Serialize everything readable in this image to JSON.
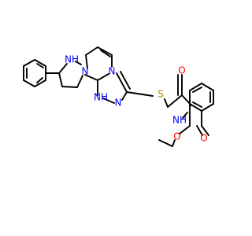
{
  "colors": {
    "carbon": "#000000",
    "nitrogen": "#0000FF",
    "oxygen": "#FF0000",
    "sulfur": "#B8860B",
    "background": "#FFFFFF"
  },
  "labels": {
    "n_pyrazolidine": "N",
    "nh_pyrazolidine": "NH",
    "n_bridgehead": "N",
    "nh_triazole": "NH",
    "n_triazole_upper": "N",
    "n_triazole_lower": "N",
    "s_thioether": "S",
    "o_amide": "O",
    "nh_amide": "NH",
    "o_ester_carbonyl": "O",
    "o_ester_ether": "O"
  }
}
